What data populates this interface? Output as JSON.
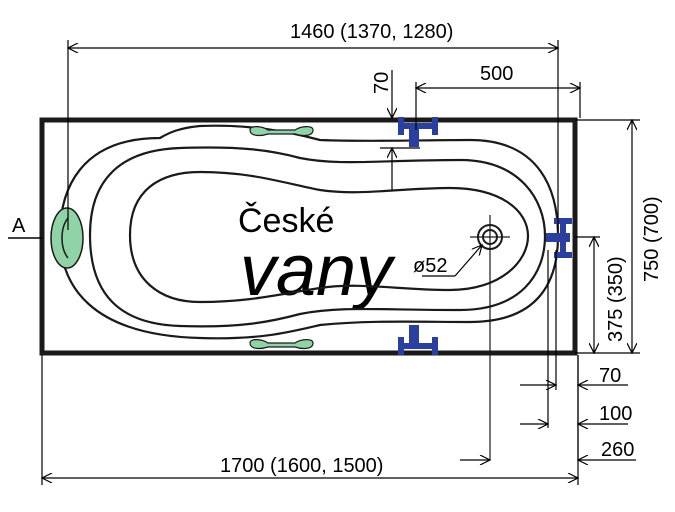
{
  "dimensions": {
    "top_width": "1460 (1370, 1280)",
    "faucet_offset": "500",
    "faucet_top_gap": "70",
    "overall_length": "1700 (1600, 1500)",
    "overall_width": "750 (700)",
    "drain_half_width": "375 (350)",
    "right_offset_1": "70",
    "right_offset_2": "100",
    "right_offset_3": "260",
    "drain_diameter": "ø52"
  },
  "section_label": "A",
  "watermark": {
    "line1": "České",
    "line2": "vany"
  },
  "colors": {
    "outline": "#1a1a1a",
    "faucet": "#2b3f9e",
    "headrest": "#8fd3a6",
    "handle": "#8fd3a6",
    "watermark": "#e6e6e6"
  },
  "icons": [
    "faucet-icon",
    "drain-icon",
    "headrest-icon",
    "handle-icon"
  ]
}
